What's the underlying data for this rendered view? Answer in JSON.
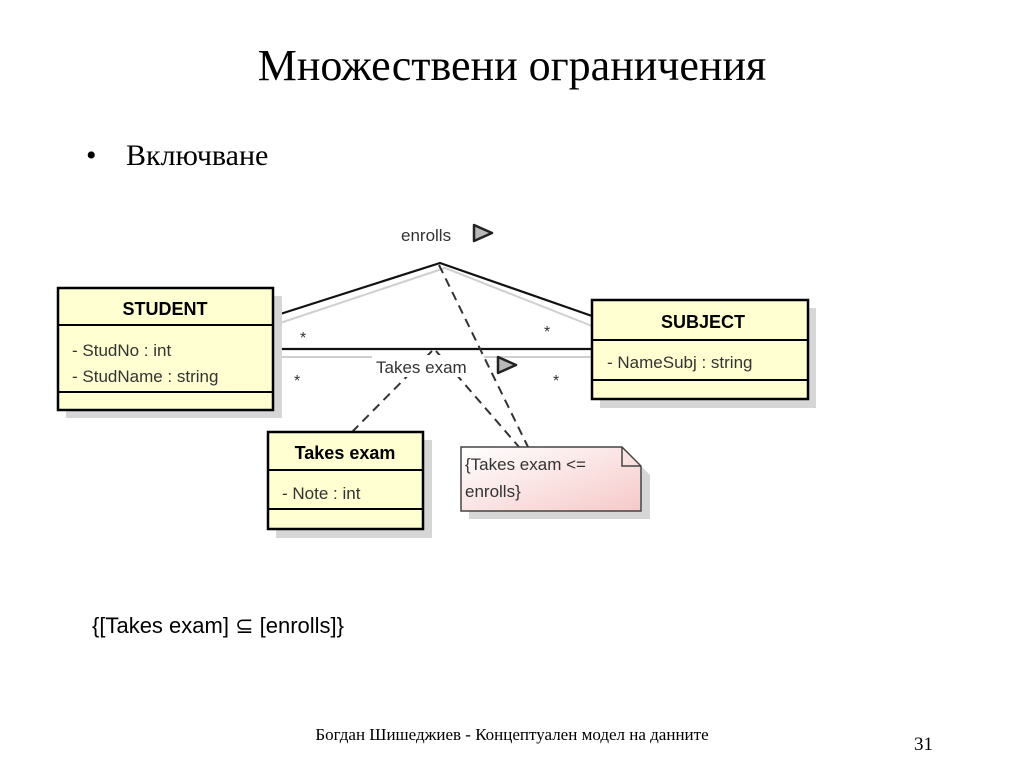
{
  "title": "Множествени ограничения",
  "bullet": {
    "symbol": "•",
    "text": "Включване"
  },
  "diagram": {
    "classes": {
      "student": {
        "name": "STUDENT",
        "attributes": [
          "- StudNo : int",
          "- StudName : string"
        ]
      },
      "subject": {
        "name": "SUBJECT",
        "attributes": [
          "- NameSubj : string"
        ]
      },
      "takes_exam": {
        "name": "Takes exam",
        "attributes": [
          "- Note : int"
        ]
      }
    },
    "associations": {
      "enrolls": {
        "label": "enrolls",
        "mult_left": "*",
        "mult_right": "*"
      },
      "takes_exam": {
        "label": "Takes exam",
        "mult_left": "*",
        "mult_right": "*"
      }
    },
    "note": {
      "line1": "{Takes exam <=",
      "line2": "enrolls}"
    }
  },
  "formula": "{[Takes exam] ⊆ [enrolls]}",
  "footer": "Богдан Шишеджиев - Концептуален модел на данните",
  "page_number": "31",
  "colors": {
    "class_fill": "#ffffd2",
    "note_fill": "#fbe2e2",
    "shadow": "#d4d4d4"
  }
}
